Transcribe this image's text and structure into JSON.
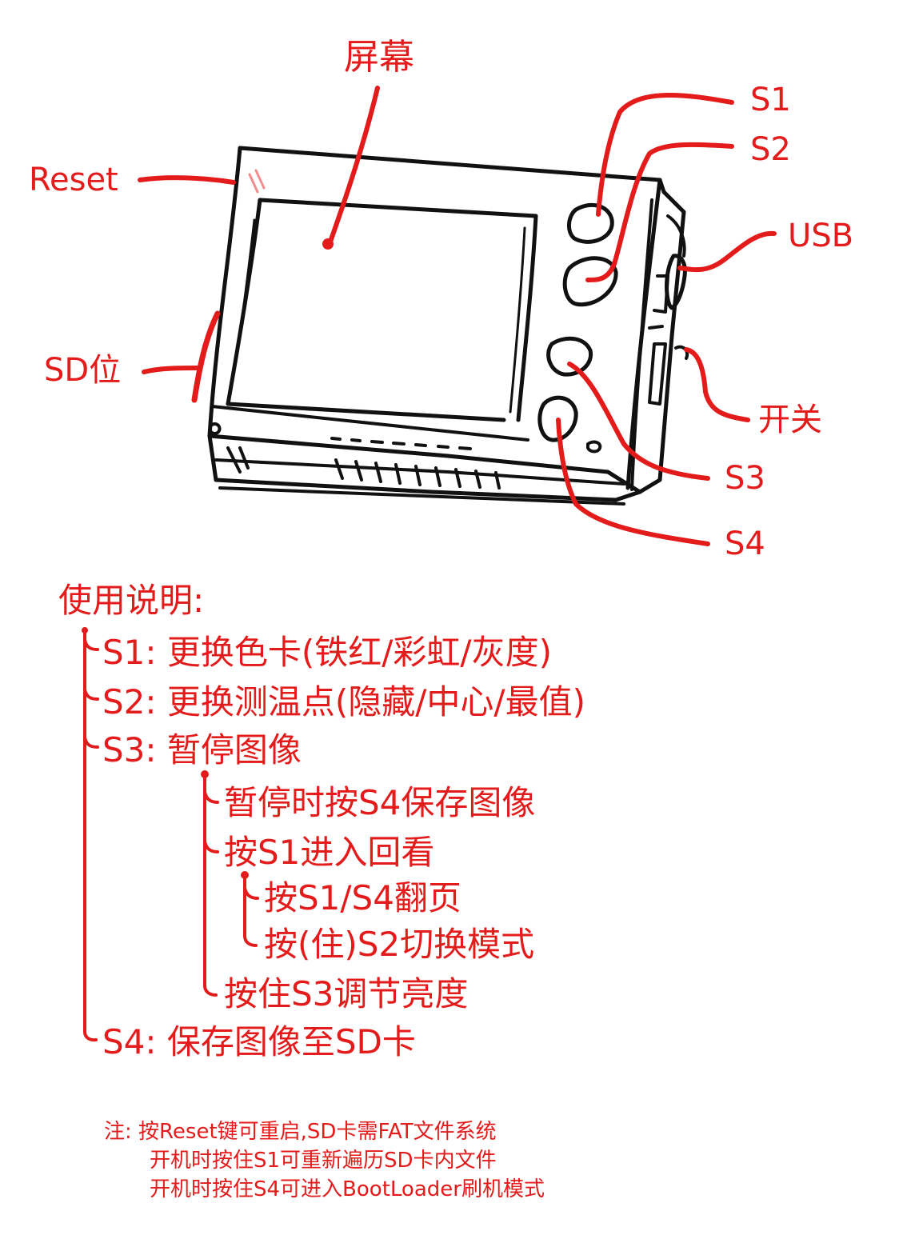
{
  "colors": {
    "ink": "#111111",
    "accent": "#e31b1b",
    "background": "#ffffff"
  },
  "callouts": {
    "screen": "屏幕",
    "reset": "Reset",
    "sd_slot": "SD位",
    "s1": "S1",
    "s2": "S2",
    "usb": "USB",
    "power_switch": "开关",
    "s3": "S3",
    "s4": "S4"
  },
  "instructions": {
    "title": "使用说明:",
    "items": [
      "S1: 更换色卡(铁红/彩虹/灰度)",
      "S2: 更换测温点(隐藏/中心/最值)",
      "S3: 暂停图像",
      "暂停时按S4保存图像",
      "按S1进入回看",
      "按S1/S4翻页",
      "按(住)S2切换模式",
      "按住S3调节亮度",
      "S4: 保存图像至SD卡"
    ]
  },
  "notes": [
    "注: 按Reset键可重启,SD卡需FAT文件系统",
    "开机时按住S1可重新遍历SD卡内文件",
    "开机时按住S4可进入BootLoader刷机模式"
  ]
}
